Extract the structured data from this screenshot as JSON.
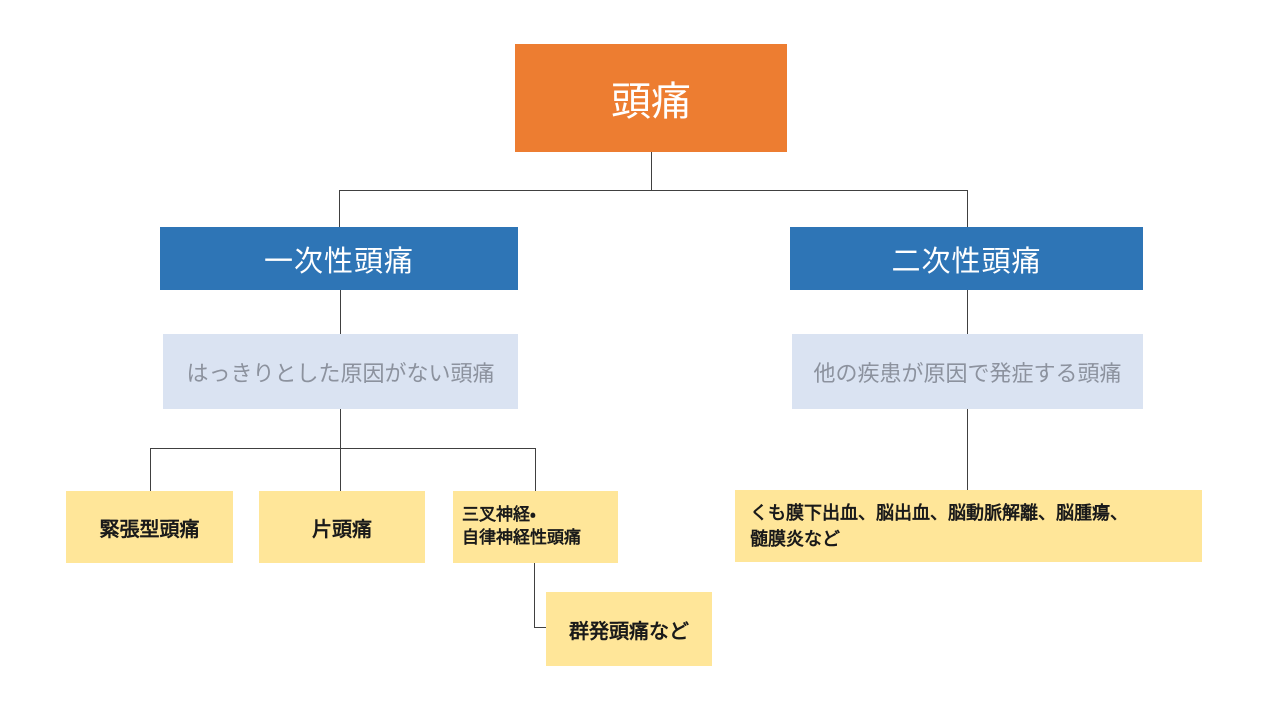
{
  "colors": {
    "root_bg": "#ED7D31",
    "branch_bg": "#2E75B6",
    "note_bg": "#DAE3F2",
    "note_text": "#8C929E",
    "leaf_bg": "#FFE699",
    "leaf_text": "#1A1A1A",
    "line": "#404040",
    "canvas_bg": "#FFFFFF",
    "box_text": "#FFFFFF"
  },
  "root": {
    "label": "頭痛"
  },
  "primary": {
    "label": "一次性頭痛",
    "note": "はっきりとした原因がない頭痛"
  },
  "secondary": {
    "label": "二次性頭痛",
    "note": "他の疾患が原因で発症する頭痛"
  },
  "primary_leaves": {
    "tension": {
      "label": "緊張型頭痛"
    },
    "migraine": {
      "label": "片頭痛"
    },
    "tac": {
      "line1": "三叉神経・",
      "line2": "自律神経性頭痛"
    },
    "cluster": {
      "label": "群発頭痛など"
    }
  },
  "secondary_leaf": {
    "line1": "くも膜下出血、脳出血、脳動脈解離、脳腫瘍、",
    "line2": "髄膜炎など"
  }
}
